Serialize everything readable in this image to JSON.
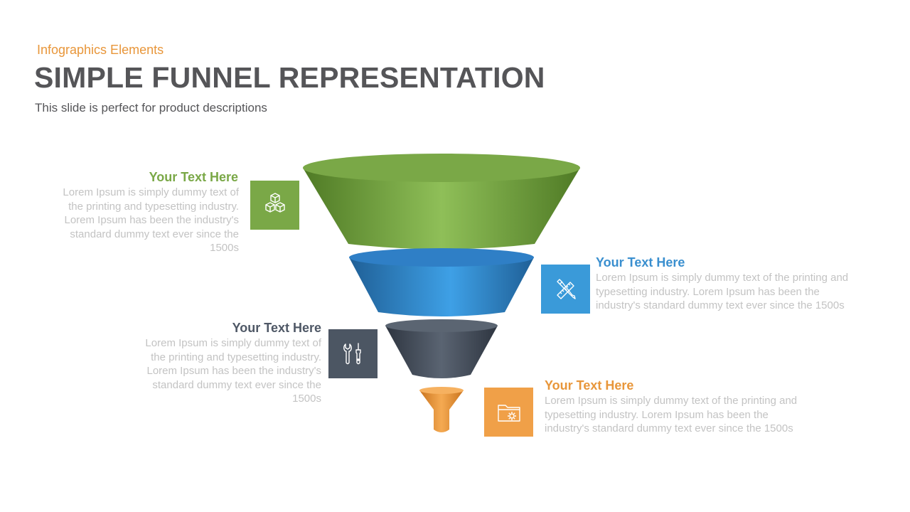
{
  "header": {
    "kicker": "Infographics Elements",
    "title": "SIMPLE FUNNEL REPRESENTATION",
    "subtitle": "This slide is perfect for product descriptions"
  },
  "colors": {
    "green": "#7aa847",
    "blue": "#3a9ad9",
    "slate": "#4c5663",
    "orange": "#f0a048",
    "heading_slate": "#4f5866",
    "heading_blue": "#3a8fcf",
    "heading_orange": "#e8963a",
    "body_gray": "#c3c3c3"
  },
  "items": [
    {
      "heading": "Your Text Here",
      "body": "Lorem Ipsum is simply dummy text of the printing and typesetting industry. Lorem Ipsum has been the industry's standard dummy text ever since the 1500s",
      "icon": "cubes-icon"
    },
    {
      "heading": "Your Text Here",
      "body": "Lorem Ipsum is simply dummy text of the printing and typesetting industry. Lorem Ipsum has been the industry's standard dummy text ever since the 1500s",
      "icon": "pencil-ruler-icon"
    },
    {
      "heading": "Your Text Here",
      "body": "Lorem Ipsum is simply dummy text of the printing and typesetting industry. Lorem Ipsum has been the industry's standard dummy text ever since the 1500s",
      "icon": "tools-icon"
    },
    {
      "heading": "Your Text Here",
      "body": "Lorem Ipsum is simply dummy text of the printing and typesetting industry. Lorem Ipsum has been the industry's standard dummy text ever since the 1500s",
      "icon": "folder-gear-icon"
    }
  ]
}
